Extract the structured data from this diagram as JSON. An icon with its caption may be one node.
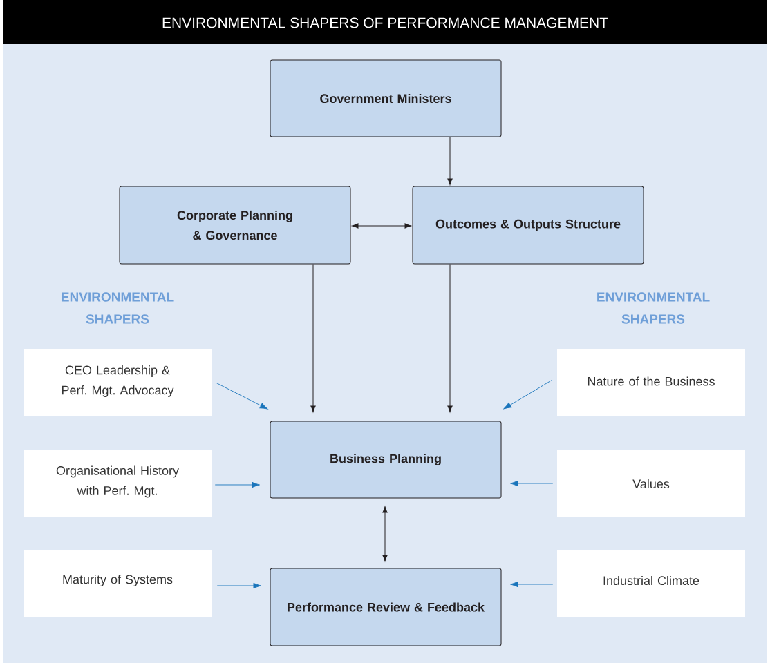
{
  "diagram": {
    "title": "ENVIRONMENTAL SHAPERS OF PERFORMANCE MANAGEMENT",
    "nodes": [
      {
        "text": [
          "Government Ministers"
        ]
      },
      {
        "text": [
          "Corporate Planning & Governance"
        ]
      },
      {
        "text": [
          "Outcomes & Outputs Structure"
        ]
      },
      {
        "text": [
          "Business Planning"
        ]
      },
      {
        "text": [
          "Performance Review & Feedback"
        ]
      },
      {
        "text": [
          "CEO Leadership & Perf. Mgt. Advocacy"
        ]
      },
      {
        "text": [
          "Nature of the Business"
        ]
      },
      {
        "text": [
          "Organisational History with Perf. Mgt."
        ]
      },
      {
        "text": [
          "Values"
        ]
      },
      {
        "text": [
          "Maturity of Systems"
        ]
      },
      {
        "text": [
          "Industrial Climate"
        ]
      }
    ],
    "edges": [
      {
        "from": 0,
        "to": 2,
        "arrow": "to",
        "color": "#231f20"
      },
      {
        "from": 1,
        "to": 2,
        "arrow": "both",
        "color": "#231f20"
      },
      {
        "from": 1,
        "to": 3,
        "arrow": "to",
        "color": "#231f20"
      },
      {
        "from": 2,
        "to": 3,
        "arrow": "to",
        "color": "#231f20"
      },
      {
        "from": 3,
        "to": 4,
        "arrow": "both",
        "color": "#231f20"
      },
      {
        "from": 5,
        "to": 3,
        "arrow": "to",
        "color": "#1a75bb"
      },
      {
        "from": 6,
        "to": 3,
        "arrow": "to",
        "color": "#1a75bb"
      },
      {
        "from": 7,
        "to": 3,
        "arrow": "to",
        "color": "#1a75bb"
      },
      {
        "from": 8,
        "to": 3,
        "arrow": "to",
        "color": "#1a75bb"
      },
      {
        "from": 9,
        "to": 4,
        "arrow": "to",
        "color": "#1a75bb"
      },
      {
        "from": 10,
        "to": 4,
        "arrow": "to",
        "color": "#1a75bb"
      }
    ],
    "labels": [
      "ENVIRONMENTAL SHAPERS",
      "ENVIRONMENTAL SHAPERS"
    ]
  }
}
